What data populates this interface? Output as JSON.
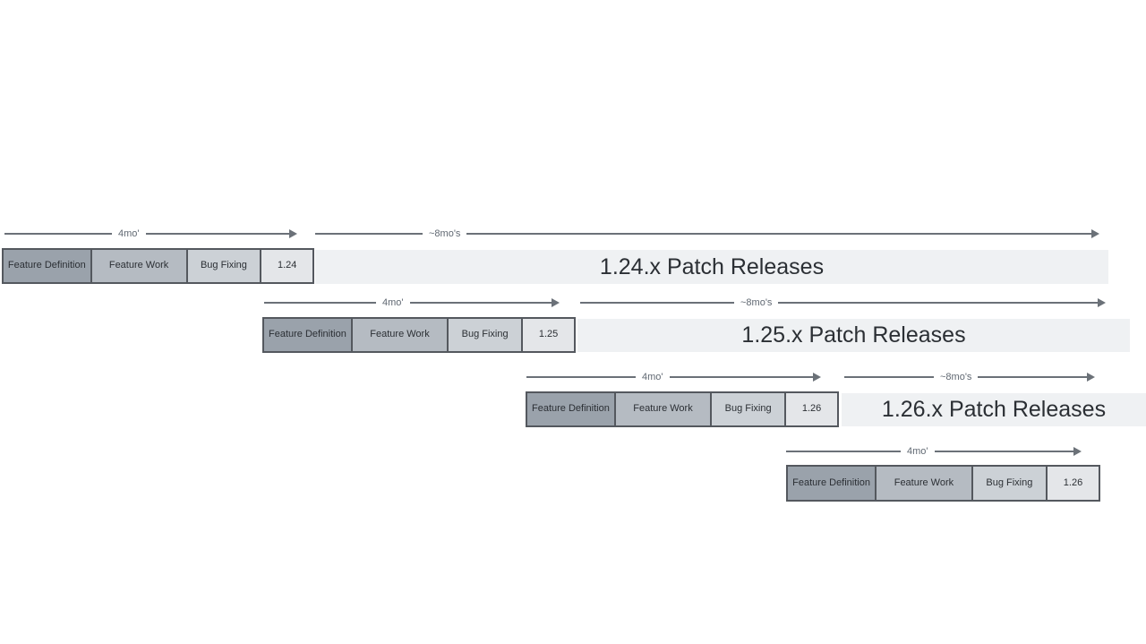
{
  "colors": {
    "feature-definition": "#9aa2ab",
    "feature-work": "#b5bbc2",
    "bug-fixing": "#ccd1d6",
    "version-box": "#e4e6e9",
    "patch-bar": "#eff1f3",
    "bar-border": "#54585e",
    "arrow": "#6b7178",
    "label-text": "#606872",
    "bar-text": "#2b2f34"
  },
  "diagram": {
    "segment_labels": [
      "Feature Definition",
      "Feature Work",
      "Bug Fixing"
    ],
    "durations": {
      "dev": "4mo'",
      "patch": "~8mo's"
    },
    "rows": [
      {
        "version": "1.24",
        "patch_label": "1.24.x Patch Releases"
      },
      {
        "version": "1.25",
        "patch_label": "1.25.x Patch Releases"
      },
      {
        "version": "1.26",
        "patch_label": "1.26.x Patch Releases"
      },
      {
        "version": "1.26"
      }
    ]
  }
}
